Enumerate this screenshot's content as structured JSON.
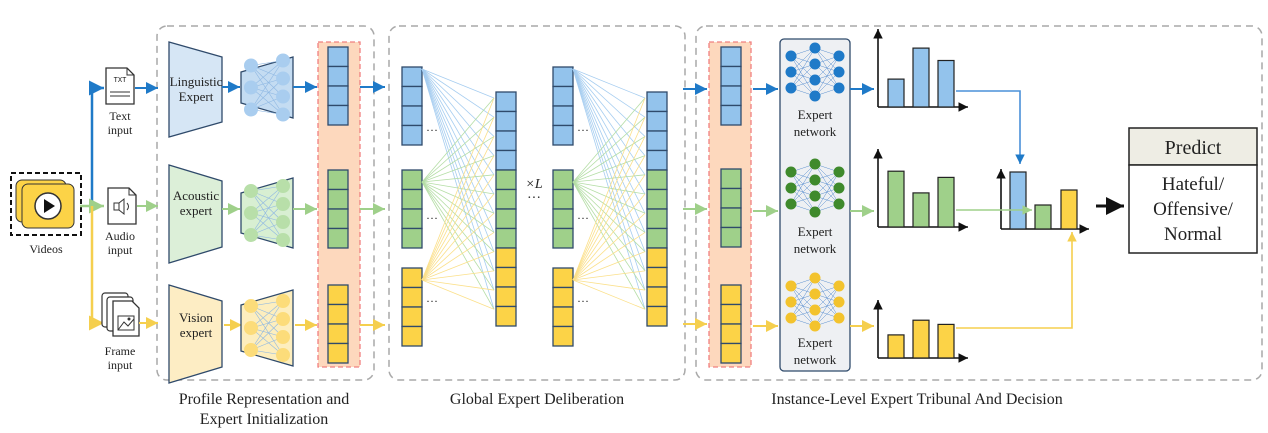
{
  "colors": {
    "text": "#4a90d9",
    "text_fill": "#93c3ec",
    "text_dark": "#1f7ac8",
    "audio": "#9fd08a",
    "audio_fill": "#9fd08a",
    "audio_dark": "#3f8a2c",
    "vision": "#f5cf4e",
    "vision_fill": "#fcd347",
    "vision_dark": "#f3c32e",
    "profile_band": "#fdd8bd",
    "profile_band_border": "#f08080",
    "panel_border": "#a9a9a9",
    "cell_border": "#2f4a6b"
  },
  "inputs": {
    "video_label": "Videos",
    "text_icon_glyph": "TXT",
    "text_label_1": "Text",
    "text_label_2": "input",
    "audio_label_1": "Audio",
    "audio_label_2": "input",
    "frame_label_1": "Frame",
    "frame_label_2": "input"
  },
  "experts": {
    "linguistic_1": "Linguistic",
    "linguistic_2": "Expert",
    "acoustic_1": "Acoustic",
    "acoustic_2": "expert",
    "vision_1": "Vision",
    "vision_2": "expert"
  },
  "deliberation": {
    "repeat_label": "×L",
    "ellipsis": "···",
    "dots": "···"
  },
  "tribunal": {
    "network_label_1": "Expert",
    "network_label_2": "network"
  },
  "predict": {
    "header": "Predict",
    "line1": "Hateful/",
    "line2": "Offensive/",
    "line3": "Normal"
  },
  "captions": {
    "profile_1": "Profile Representation and",
    "profile_2": "Expert Initialization",
    "global": "Global Expert Deliberation",
    "instance": "Instance-Level Expert Tribunal And Decision"
  },
  "chart_data": [
    {
      "type": "bar",
      "name": "text-expert-output",
      "values": [
        0.45,
        0.95,
        0.75
      ],
      "series_color": "text"
    },
    {
      "type": "bar",
      "name": "audio-expert-output",
      "values": [
        0.9,
        0.55,
        0.8
      ],
      "series_color": "audio"
    },
    {
      "type": "bar",
      "name": "vision-expert-output",
      "values": [
        0.55,
        0.9,
        0.8
      ],
      "series_color": "vision"
    },
    {
      "type": "bar",
      "name": "fused-decision",
      "values": [
        0.95,
        0.4,
        0.65
      ],
      "series_color": "mixed"
    }
  ]
}
